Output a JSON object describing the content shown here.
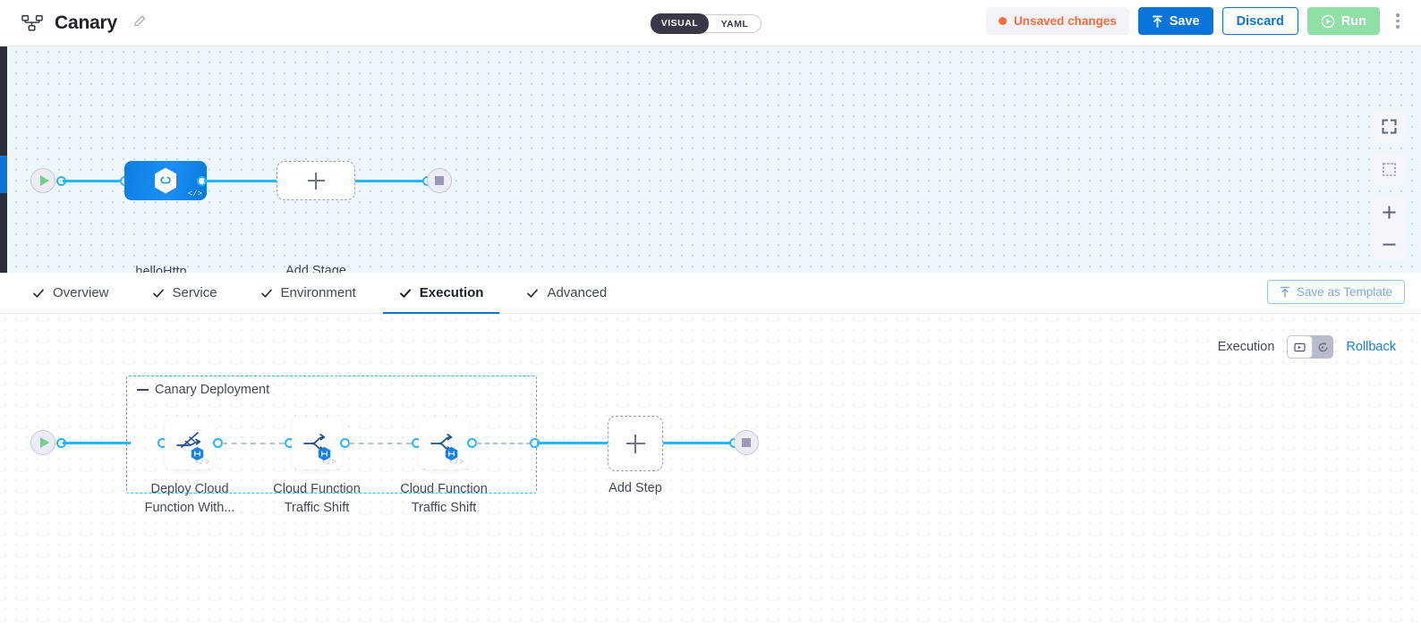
{
  "header": {
    "pipeline_icon": "pipeline-nodes-icon",
    "title": "Canary",
    "edit_icon": "pencil-icon",
    "view_toggle": {
      "visual": "VISUAL",
      "yaml": "YAML",
      "selected": "VISUAL"
    },
    "unsaved_label": "Unsaved changes",
    "unsaved_color": "#ff6b3d",
    "save_label": "Save",
    "save_icon": "upload-icon",
    "discard_label": "Discard",
    "run_label": "Run",
    "run_icon": "play-circle-icon",
    "more_icon": "kebab-menu-icon"
  },
  "stage_canvas": {
    "start_icon": "play-icon",
    "end_icon": "stop-icon",
    "stage": {
      "label": "helloHttp",
      "icon": "link-hexagon-icon",
      "code_mark": "</>"
    },
    "add_stage_label": "Add Stage",
    "controls": {
      "fullscreen_icon": "fullscreen-icon",
      "select_icon": "dashed-select-icon",
      "zoom_in_icon": "plus-icon",
      "zoom_out_icon": "minus-icon"
    }
  },
  "tabs": [
    {
      "label": "Overview",
      "icon": "check-icon",
      "active": false
    },
    {
      "label": "Service",
      "icon": "check-icon",
      "active": false
    },
    {
      "label": "Environment",
      "icon": "check-icon",
      "active": false
    },
    {
      "label": "Execution",
      "icon": "check-icon",
      "active": true
    },
    {
      "label": "Advanced",
      "icon": "check-icon",
      "active": false
    }
  ],
  "save_as_template": {
    "label": "Save as Template",
    "icon": "upload-icon"
  },
  "execution_canvas": {
    "exec_label": "Execution",
    "toggle": {
      "left_icon": "execution-flow-icon",
      "right_icon": "rollback-flow-icon",
      "selected": "left"
    },
    "rollback_label": "Rollback",
    "group": {
      "title": "Canary Deployment",
      "collapse_icon": "collapse-dash-icon"
    },
    "steps": [
      {
        "line1": "Deploy Cloud",
        "line2": "Function With...",
        "icon": "deploy-function-icon",
        "badge": "step-badge-icon",
        "code_mark": "</>"
      },
      {
        "line1": "Cloud Function",
        "line2": "Traffic Shift",
        "icon": "traffic-shift-icon",
        "badge": "step-badge-icon",
        "code_mark": "</>"
      },
      {
        "line1": "Cloud Function",
        "line2": "Traffic Shift",
        "icon": "traffic-shift-icon",
        "badge": "step-badge-icon",
        "code_mark": "</>"
      }
    ],
    "add_step_label": "Add Step",
    "start_icon": "play-icon",
    "end_icon": "stop-icon"
  },
  "colors": {
    "accent": "#0a74d9",
    "edge": "#29b6f6",
    "warning": "#ff6b3d",
    "run": "#8fdfa6"
  }
}
